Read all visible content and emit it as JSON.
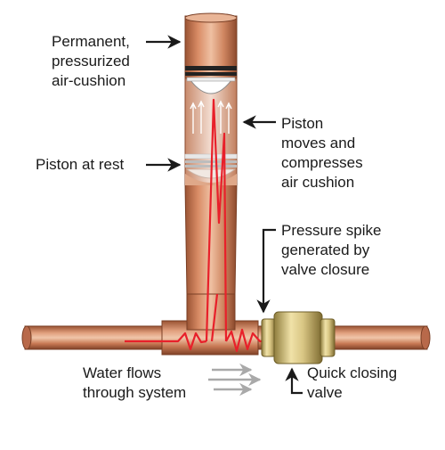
{
  "labels": {
    "air_cushion": [
      "Permanent,",
      "pressurized",
      "air-cushion"
    ],
    "piston_rest": "Piston at rest",
    "piston_moves": [
      "Piston",
      "moves and",
      "compresses",
      "air cushion"
    ],
    "pressure_spike": [
      "Pressure spike",
      "generated by",
      "valve closure"
    ],
    "water_flows": [
      "Water flows",
      "through system"
    ],
    "quick_valve": [
      "Quick closing",
      "valve"
    ]
  },
  "colors": {
    "copper": "#c97a55",
    "copper_light": "#e7b08f",
    "copper_dark": "#8f4a2c",
    "brass": "#d8c68a",
    "pressure_line": "#e8202a",
    "flow_arrow": "#a9a9a9",
    "text": "#1a1a1a"
  }
}
